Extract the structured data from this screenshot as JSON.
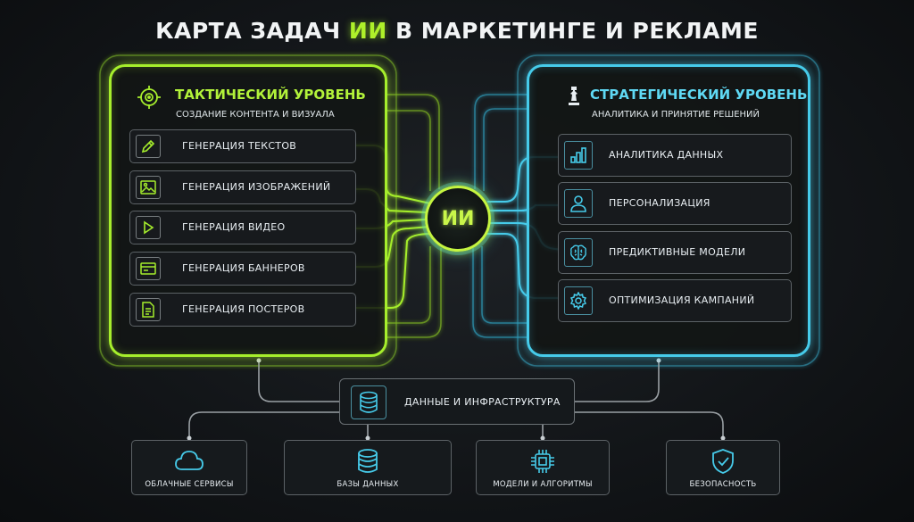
{
  "title": {
    "before": "КАРТА ЗАДАЧ ",
    "highlight": "ИИ",
    "after": " В МАРКЕТИНГЕ И РЕКЛАМЕ"
  },
  "tactical": {
    "title": "ТАКТИЧЕСКИЙ УРОВЕНЬ",
    "subtitle": "СОЗДАНИЕ КОНТЕНТА И ВИЗУАЛА",
    "icon": "target-icon",
    "items": [
      {
        "label": "ГЕНЕРАЦИЯ ТЕКСТОВ",
        "icon": "pencil-icon"
      },
      {
        "label": "ГЕНЕРАЦИЯ ИЗОБРАЖЕНИЙ",
        "icon": "image-icon"
      },
      {
        "label": "ГЕНЕРАЦИЯ ВИДЕО",
        "icon": "play-icon"
      },
      {
        "label": "ГЕНЕРАЦИЯ БАННЕРОВ",
        "icon": "banner-icon"
      },
      {
        "label": "ГЕНЕРАЦИЯ ПОСТЕРОВ",
        "icon": "document-icon"
      }
    ]
  },
  "strategic": {
    "title": "СТРАТЕГИЧЕСКИЙ УРОВЕНЬ",
    "subtitle": "АНАЛИТИКА И ПРИНЯТИЕ РЕШЕНИЙ",
    "icon": "chess-piece-icon",
    "items": [
      {
        "label": "АНАЛИТИКА ДАННЫХ",
        "icon": "bar-chart-icon"
      },
      {
        "label": "ПЕРСОНАЛИЗАЦИЯ",
        "icon": "user-icon"
      },
      {
        "label": "ПРЕДИКТИВНЫЕ МОДЕЛИ",
        "icon": "brain-icon"
      },
      {
        "label": "ОПТИМИЗАЦИЯ КАМПАНИЙ",
        "icon": "gear-icon"
      }
    ]
  },
  "hub": {
    "label": "ИИ"
  },
  "infrastructure": {
    "label": "ДАННЫЕ И ИНФРАСТРУКТУРА",
    "icon": "database-icon"
  },
  "bottom": [
    {
      "label": "ОБЛАЧНЫЕ СЕРВИСЫ",
      "icon": "cloud-icon"
    },
    {
      "label": "БАЗЫ ДАННЫХ",
      "icon": "database-icon"
    },
    {
      "label": "МОДЕЛИ И АЛГОРИТМЫ",
      "icon": "chip-icon"
    },
    {
      "label": "БЕЗОПАСНОСТЬ",
      "icon": "shield-icon"
    }
  ],
  "colors": {
    "tactical": "#a6ee2c",
    "strategic": "#46cbea",
    "connector": "#9aa0a4",
    "background": "#121518"
  }
}
